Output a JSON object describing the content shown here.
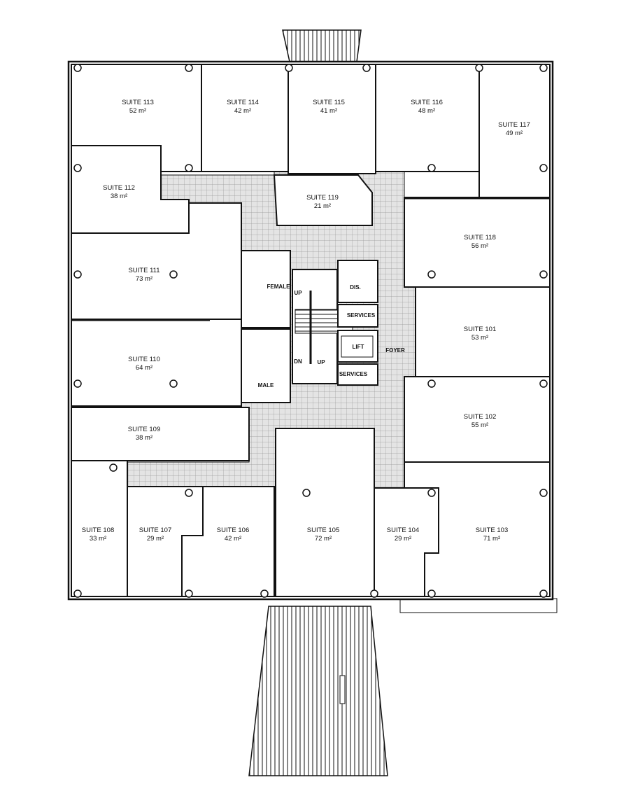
{
  "plan": {
    "suites": [
      {
        "id": "113",
        "label": "SUITE 113",
        "area": "52 m²"
      },
      {
        "id": "114",
        "label": "SUITE 114",
        "area": "42 m²"
      },
      {
        "id": "115",
        "label": "SUITE 115",
        "area": "41 m²"
      },
      {
        "id": "116",
        "label": "SUITE 116",
        "area": "48 m²"
      },
      {
        "id": "117",
        "label": "SUITE 117",
        "area": "49 m²"
      },
      {
        "id": "112",
        "label": "SUITE 112",
        "area": "38 m²"
      },
      {
        "id": "119",
        "label": "SUITE 119",
        "area": "21 m²"
      },
      {
        "id": "118",
        "label": "SUITE 118",
        "area": "56 m²"
      },
      {
        "id": "111",
        "label": "SUITE 111",
        "area": "73 m²"
      },
      {
        "id": "101",
        "label": "SUITE 101",
        "area": "53 m²"
      },
      {
        "id": "110",
        "label": "SUITE 110",
        "area": "64 m²"
      },
      {
        "id": "102",
        "label": "SUITE 102",
        "area": "55 m²"
      },
      {
        "id": "109",
        "label": "SUITE 109",
        "area": "38 m²"
      },
      {
        "id": "108",
        "label": "SUITE 108",
        "area": "33 m²"
      },
      {
        "id": "107",
        "label": "SUITE 107",
        "area": "29 m²"
      },
      {
        "id": "106",
        "label": "SUITE 106",
        "area": "42 m²"
      },
      {
        "id": "105",
        "label": "SUITE 105",
        "area": "72 m²"
      },
      {
        "id": "104",
        "label": "SUITE 104",
        "area": "29 m²"
      },
      {
        "id": "103",
        "label": "SUITE 103",
        "area": "71 m²"
      }
    ],
    "core": {
      "female": "FEMALE",
      "male": "MALE",
      "up1": "UP",
      "dn": "DN",
      "up2": "UP",
      "dis": "DIS.",
      "services1": "SERVICES",
      "lift": "LIFT",
      "foyer": "FOYER",
      "services2": "SERVICES"
    }
  }
}
